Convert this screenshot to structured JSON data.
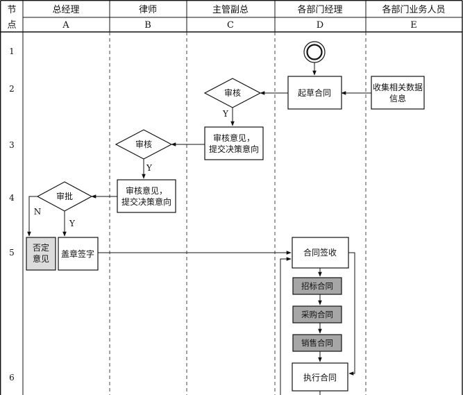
{
  "header": {
    "node_col_label_top": "节",
    "node_col_label_bottom": "点",
    "lanes": [
      {
        "role": "总经理",
        "code": "A"
      },
      {
        "role": "律师",
        "code": "B"
      },
      {
        "role": "主管副总",
        "code": "C"
      },
      {
        "role": "各部门经理",
        "code": "D"
      },
      {
        "role": "各部门业务人员",
        "code": "E"
      }
    ]
  },
  "rows": [
    "1",
    "2",
    "3",
    "4",
    "5",
    "6"
  ],
  "nodes": {
    "collect_info_line1": "收集相关数据",
    "collect_info_line2": "信息",
    "draft_contract": "起草合同",
    "review_c": "审核",
    "opinion_c_line1": "审核意见，",
    "opinion_c_line2": "提交决策意向",
    "review_b": "审核",
    "opinion_b_line1": "审核意见，",
    "opinion_b_line2": "提交决策意向",
    "approve_a": "审批",
    "reject_line1": "否定",
    "reject_line2": "意见",
    "seal_sign": "盖章签字",
    "contract_receive": "合同签收",
    "tender_contract": "招标合同",
    "purchase_contract": "采购合同",
    "sales_contract": "销售合同",
    "execute_contract": "执行合同"
  },
  "edge_labels": {
    "yes_c": "Y",
    "yes_b": "Y",
    "yes_a": "Y",
    "no_a": "N"
  },
  "colors": {
    "line": "#111111",
    "shaded_box": "#a6a6a6",
    "light_box": "#dcdcdc"
  }
}
